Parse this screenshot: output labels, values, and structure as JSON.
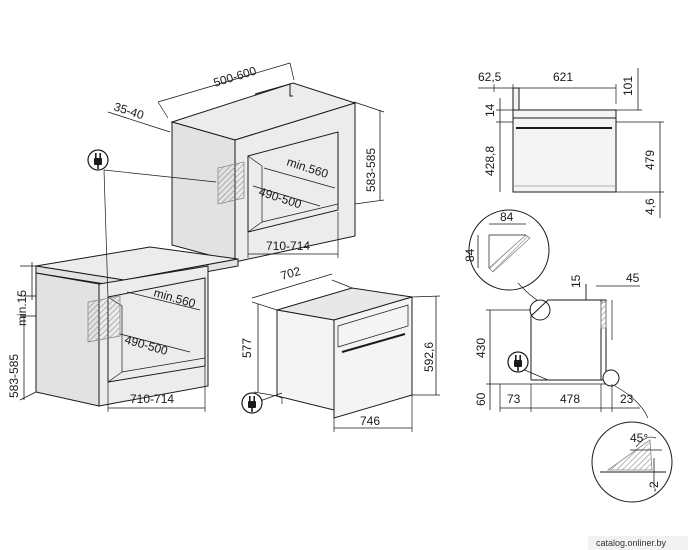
{
  "diagram": {
    "tall_cabinet": {
      "width_range": "500-600",
      "top_offset": "35-40",
      "depth_min": "min.560",
      "opening_height": "583-585",
      "opening_depth": "490-500",
      "opening_width": "710-714"
    },
    "base_cabinet": {
      "gap_min": "min.15",
      "opening_height": "583-585",
      "depth_min": "min.560",
      "opening_depth": "490-500",
      "opening_width": "710-714"
    },
    "oven_3d": {
      "depth": "702",
      "height_body": "577",
      "height_front": "592,6",
      "width_front": "746"
    },
    "side_top": {
      "front_thickness": "62,5",
      "depth": "621",
      "top_height": "101",
      "handle_offset": "14",
      "lower_height": "428,8",
      "total_height": "479",
      "bottom_offset": "4,6"
    },
    "detail_angle": {
      "width": "84",
      "height": "84"
    },
    "side_profile": {
      "top_gap": "15",
      "front_gap": "45",
      "body_height": "430",
      "base_height": "60",
      "rear": "73",
      "middle": "478",
      "front": "23"
    },
    "detail_bottom": {
      "angle": "45°",
      "offset": "-2"
    }
  },
  "icons": {
    "plug_icon_a": "plug-icon",
    "plug_icon_b": "plug-icon",
    "plug_icon_c": "plug-icon"
  },
  "watermark": "catalog.onliner.by",
  "colors": {
    "line": "#1a1a1a",
    "panel": "#ececec",
    "hatch": "#8a8a8a"
  }
}
